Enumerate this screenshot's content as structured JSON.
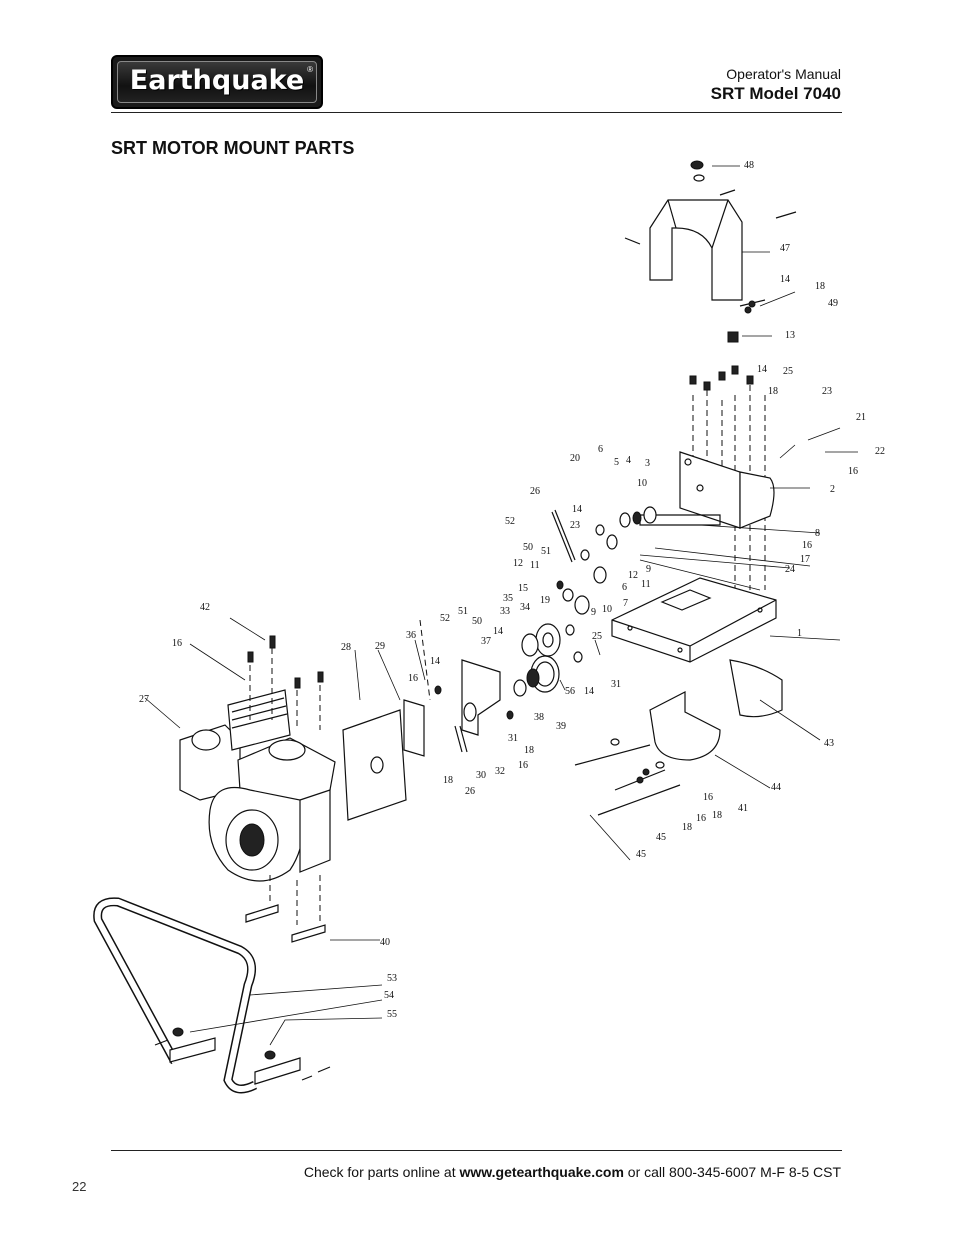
{
  "header": {
    "logo_text": "Earthquake",
    "logo_mark": "®",
    "manual": "Operator's Manual",
    "model": "SRT Model 7040"
  },
  "page_title": "SRT MOTOR MOUNT PARTS",
  "diagram": {
    "callouts": [
      {
        "n": "48"
      },
      {
        "n": "47"
      },
      {
        "n": "14"
      },
      {
        "n": "18"
      },
      {
        "n": "49"
      },
      {
        "n": "13"
      },
      {
        "n": "14"
      },
      {
        "n": "25"
      },
      {
        "n": "18"
      },
      {
        "n": "23"
      },
      {
        "n": "21"
      },
      {
        "n": "22"
      },
      {
        "n": "16"
      },
      {
        "n": "2"
      },
      {
        "n": "6"
      },
      {
        "n": "20"
      },
      {
        "n": "5"
      },
      {
        "n": "4"
      },
      {
        "n": "3"
      },
      {
        "n": "10"
      },
      {
        "n": "26"
      },
      {
        "n": "14"
      },
      {
        "n": "52"
      },
      {
        "n": "23"
      },
      {
        "n": "8"
      },
      {
        "n": "16"
      },
      {
        "n": "17"
      },
      {
        "n": "24"
      },
      {
        "n": "50"
      },
      {
        "n": "51"
      },
      {
        "n": "12"
      },
      {
        "n": "11"
      },
      {
        "n": "12"
      },
      {
        "n": "11"
      },
      {
        "n": "9"
      },
      {
        "n": "6"
      },
      {
        "n": "7"
      },
      {
        "n": "10"
      },
      {
        "n": "9"
      },
      {
        "n": "15"
      },
      {
        "n": "19"
      },
      {
        "n": "35"
      },
      {
        "n": "34"
      },
      {
        "n": "33"
      },
      {
        "n": "25"
      },
      {
        "n": "1"
      },
      {
        "n": "42"
      },
      {
        "n": "16"
      },
      {
        "n": "51"
      },
      {
        "n": "52"
      },
      {
        "n": "50"
      },
      {
        "n": "37"
      },
      {
        "n": "14"
      },
      {
        "n": "36"
      },
      {
        "n": "28"
      },
      {
        "n": "29"
      },
      {
        "n": "14"
      },
      {
        "n": "16"
      },
      {
        "n": "31"
      },
      {
        "n": "56"
      },
      {
        "n": "14"
      },
      {
        "n": "27"
      },
      {
        "n": "38"
      },
      {
        "n": "39"
      },
      {
        "n": "31"
      },
      {
        "n": "18"
      },
      {
        "n": "16"
      },
      {
        "n": "32"
      },
      {
        "n": "30"
      },
      {
        "n": "26"
      },
      {
        "n": "18"
      },
      {
        "n": "43"
      },
      {
        "n": "44"
      },
      {
        "n": "16"
      },
      {
        "n": "41"
      },
      {
        "n": "18"
      },
      {
        "n": "16"
      },
      {
        "n": "18"
      },
      {
        "n": "45"
      },
      {
        "n": "45"
      },
      {
        "n": "40"
      },
      {
        "n": "53"
      },
      {
        "n": "54"
      },
      {
        "n": "55"
      }
    ]
  },
  "footer": {
    "prefix": "Check for parts online at",
    "url": "www.getearthquake.com",
    "suffix": "or call 800-345-6007 M-F 8-5 CST"
  },
  "page_number": "22"
}
